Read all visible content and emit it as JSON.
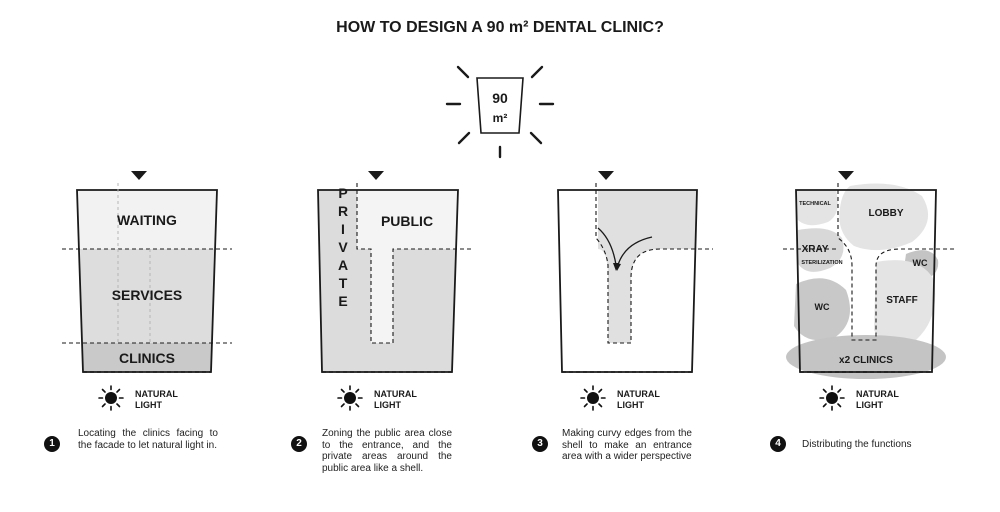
{
  "title": "HOW TO DESIGN A 90 m² DENTAL CLINIC?",
  "area": {
    "value": "90",
    "unit": "m²"
  },
  "natural_light": {
    "line1": "NATURAL",
    "line2": "LIGHT"
  },
  "steps": [
    {
      "number": "1",
      "caption": "Locating the clinics facing to the facade to let natural light in.",
      "zones": [
        "WAITING",
        "SERVICES",
        "CLINICS"
      ]
    },
    {
      "number": "2",
      "caption": "Zoning the public area close to the entrance, and the private areas around the public area like a shell.",
      "zones": [
        "PUBLIC",
        "PRIVATE"
      ]
    },
    {
      "number": "3",
      "caption": "Making curvy edges from the shell to make an entrance area with a wider perspective",
      "zones": []
    },
    {
      "number": "4",
      "caption": "Distributing the functions",
      "zones": [
        "TECHNICAL",
        "LOBBY",
        "XRAY",
        "STERILIZATION",
        "WC",
        "WC",
        "STAFF",
        "x2 CLINICS"
      ]
    }
  ],
  "colors": {
    "ink": "#1a1a1a",
    "light_fill": "#ededed",
    "mid_fill": "#dcdcdc",
    "dark_fill": "#c8c8c8"
  }
}
